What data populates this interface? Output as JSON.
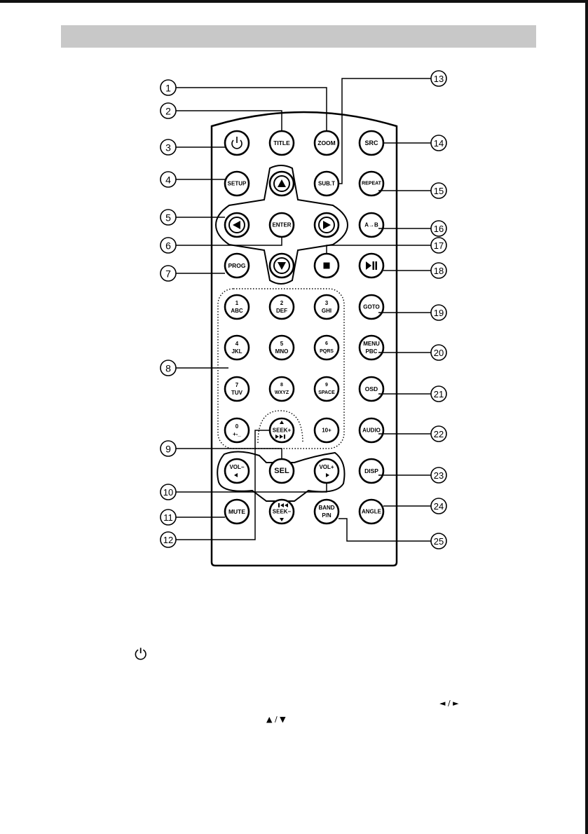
{
  "buttons": {
    "zoom": "ZOOM",
    "title": "TITLE",
    "src": "SRC",
    "setup": "SETUP",
    "subt": "SUB.T",
    "repeat": "REPEAT",
    "enter": "ENTER",
    "ab": "A→B",
    "prog": "PROG",
    "goto": "GOTO",
    "menu1": "MENU",
    "menu2": "PBC",
    "osd": "OSD",
    "audio": "AUDIO",
    "disp": "DISP",
    "angle": "ANGLE",
    "sel": "SEL",
    "mute": "MUTE",
    "band1": "BAND",
    "band2": "P/N",
    "seekup": "SEEK+",
    "seekdn": "SEEK−",
    "volminus": "VOL−",
    "volplus": "VOL+"
  },
  "keys": [
    {
      "n": "1",
      "l": "ABC"
    },
    {
      "n": "2",
      "l": "DEF"
    },
    {
      "n": "3",
      "l": "GHI"
    },
    {
      "n": "4",
      "l": "JKL"
    },
    {
      "n": "5",
      "l": "MNO"
    },
    {
      "n": "6",
      "l": "PQRS"
    },
    {
      "n": "7",
      "l": "TUV"
    },
    {
      "n": "8",
      "l": "WXYZ"
    },
    {
      "n": "9",
      "l": "SPACE"
    },
    {
      "n": "0",
      "l": "+-_"
    },
    {
      "n": "10+",
      "l": ""
    }
  ],
  "callouts": [
    "1",
    "2",
    "3",
    "4",
    "5",
    "6",
    "7",
    "8",
    "9",
    "10",
    "11",
    "12",
    "13",
    "14",
    "15",
    "16",
    "17",
    "18",
    "19",
    "20",
    "21",
    "22",
    "23",
    "24",
    "25"
  ],
  "text_glyphs": {
    "power": "⏻",
    "left_right": "◄ / ►",
    "up_down": "▲ / ▼"
  }
}
